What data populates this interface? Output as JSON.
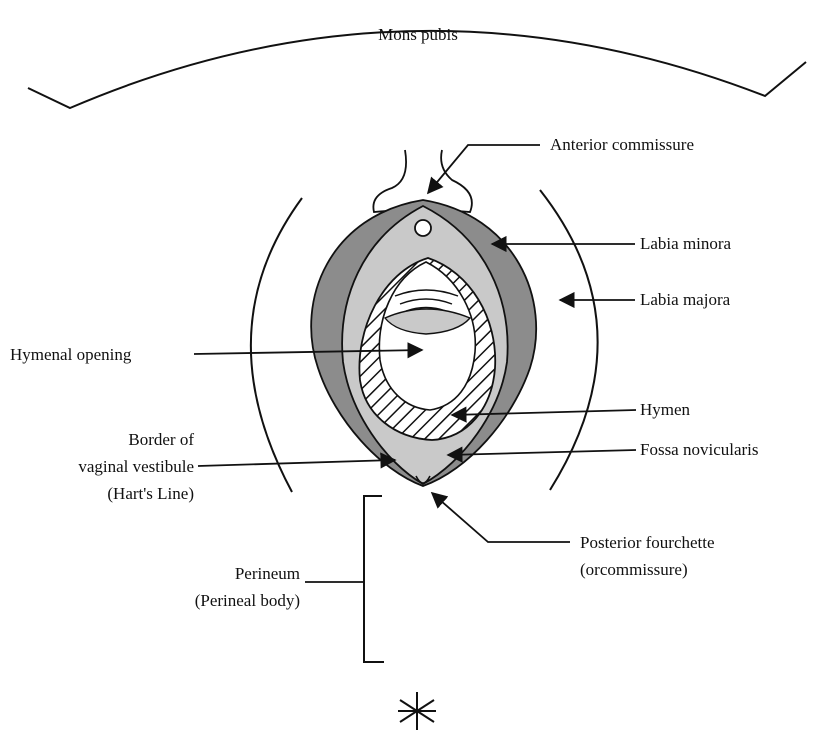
{
  "diagram": {
    "labels": {
      "mons_pubis": "Mons pubis",
      "anterior_commissure": "Anterior commissure",
      "labia_minora": "Labia minora",
      "labia_majora": "Labia majora",
      "hymenal_opening": "Hymenal opening",
      "hymen": "Hymen",
      "border_line1": "Border of",
      "border_line2": "vaginal vestibule",
      "border_line3": "(Hart's Line)",
      "fossa": "Fossa novicularis",
      "posterior_line1": "Posterior fourchette",
      "posterior_line2": "(orcommissure)",
      "perineum_line1": "Perineum",
      "perineum_line2": "(Perineal body)"
    },
    "colors": {
      "ink": "#111111",
      "labia_minora_fill": "#8c8c8c",
      "vestibule_fill": "#c9c9c9",
      "opening_fill": "#ffffff"
    },
    "icons": {
      "anus": "anus-star-icon"
    }
  }
}
